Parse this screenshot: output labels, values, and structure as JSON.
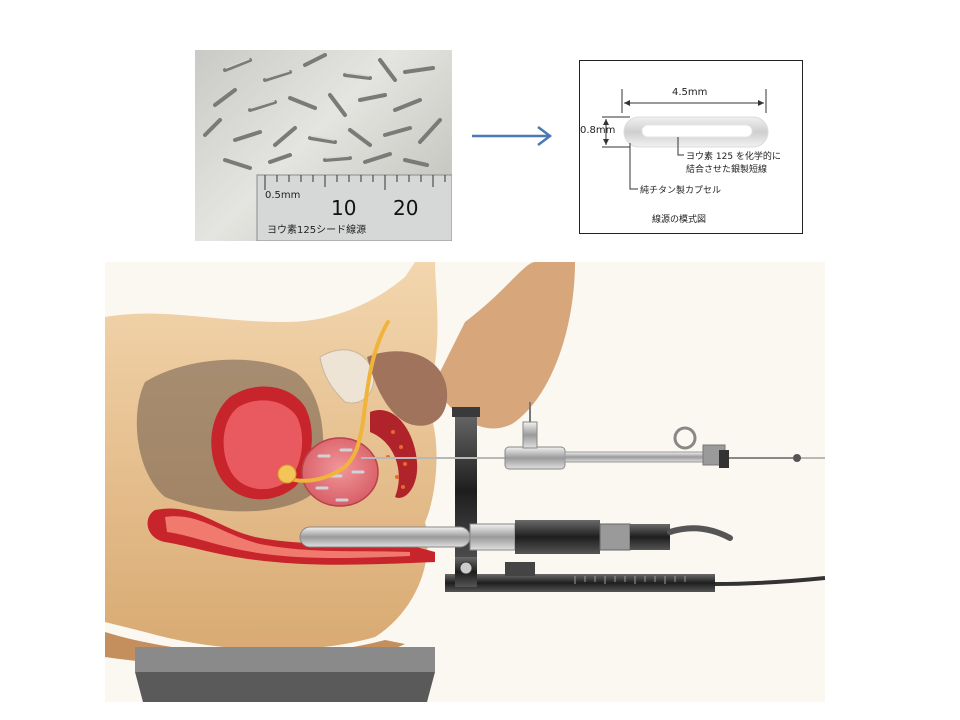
{
  "photo": {
    "ruler_scale": "0.5mm",
    "ruler_tick_10": "10",
    "ruler_tick_20": "20",
    "ruler_caption": "ヨウ素125シード線源"
  },
  "schematic": {
    "length_label": "4.5mm",
    "diameter_label": "0.8mm",
    "core_label_line1": "ヨウ素 125 を化学的に",
    "core_label_line2": "結合させた銀製短線",
    "capsule_label": "純チタン製カプセル",
    "caption": "線源の模式図"
  },
  "colors": {
    "arrow": "#4a78b4",
    "skin": "#e8c79a",
    "tissue_red": "#c8242c",
    "prostate_pink": "#e8747a",
    "catheter_yellow": "#f0b43c"
  }
}
